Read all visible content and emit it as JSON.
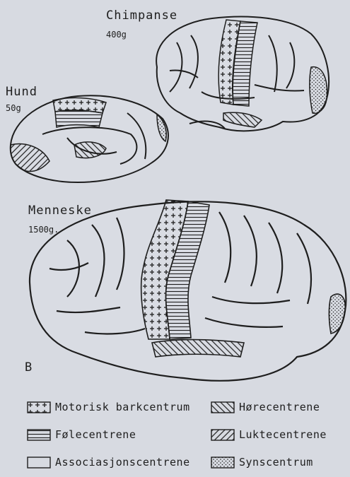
{
  "labels": {
    "chimpanse": "Chimpanse",
    "chimpanse_weight": "400g",
    "hund": "Hund",
    "hund_weight": "50g",
    "menneske": "Menneske",
    "menneske_weight": "1500g.",
    "panel_letter": "B"
  },
  "legend": [
    {
      "text": "Motorisk barkcentrum",
      "pattern": "crosses"
    },
    {
      "text": "Hørecentrene",
      "pattern": "hatch-back"
    },
    {
      "text": "Følecentrene",
      "pattern": "horizontal-lines"
    },
    {
      "text": "Luktecentrene",
      "pattern": "hatch-forward"
    },
    {
      "text": "Associasjonscentrene",
      "pattern": "blank"
    },
    {
      "text": "Synscentrum",
      "pattern": "dots"
    }
  ],
  "colors": {
    "paper": "#d7dae1",
    "ink": "#1e1e1e"
  }
}
